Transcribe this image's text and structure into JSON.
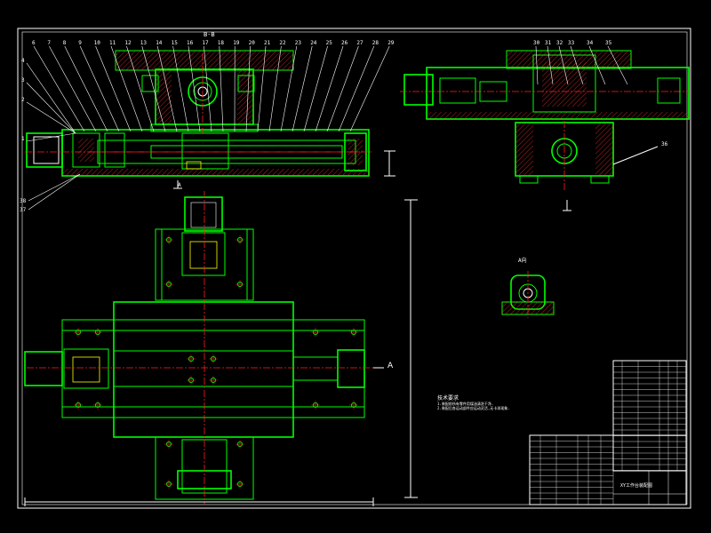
{
  "title_block": {
    "drawing_title": "XY工作台装配图"
  },
  "views": {
    "section_bb_label": "B-B",
    "view_a_label": "A向",
    "arrow_a_label": "A",
    "section_a_label": "A"
  },
  "part_numbers_top": [
    "6",
    "7",
    "8",
    "9",
    "10",
    "11",
    "12",
    "13",
    "14",
    "15",
    "16",
    "17",
    "18",
    "19",
    "20",
    "21",
    "22",
    "23",
    "24",
    "25",
    "26",
    "27",
    "28",
    "29"
  ],
  "part_numbers_left": [
    "4",
    "3",
    "2",
    "1"
  ],
  "part_numbers_bottom": [
    "38",
    "37"
  ],
  "part_numbers_right_view": [
    "30",
    "31",
    "32",
    "33",
    "34",
    "35"
  ],
  "part_number_36": "36",
  "notes": {
    "heading": "技术要求",
    "lines": [
      "1.装配前所有零件用煤油清洗干净.",
      "2.装配后各运动部件应运动灵活,无卡滞现象."
    ]
  },
  "colors": {
    "outline": "#00ff00",
    "center_line": "#ff2020",
    "dimension": "#ffffff",
    "hidden": "#ffff00",
    "background": "#000000"
  }
}
